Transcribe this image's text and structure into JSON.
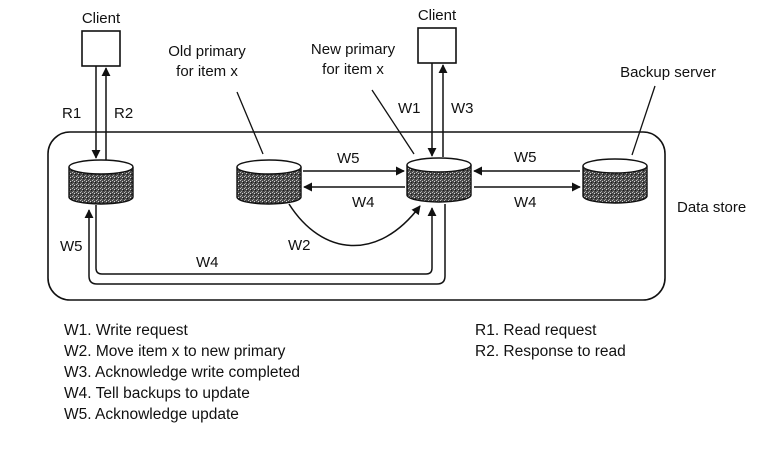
{
  "diagram": {
    "client_left_label": "Client",
    "client_right_label": "Client",
    "old_primary_label_line1": "Old primary",
    "old_primary_label_line2": "for item x",
    "new_primary_label_line1": "New primary",
    "new_primary_label_line2": "for item x",
    "backup_server_label": "Backup server",
    "data_store_label": "Data store",
    "edge_labels": {
      "r1": "R1",
      "r2": "R2",
      "w1": "W1",
      "w3": "W3",
      "w5_old": "W5",
      "w4_old": "W4",
      "w5_backup": "W5",
      "w4_backup": "W4",
      "w2": "W2",
      "w5_left": "W5",
      "w4_bottom": "W4"
    }
  },
  "legend": {
    "write_items": [
      "W1. Write request",
      "W2. Move item x to new primary",
      "W3. Acknowledge write completed",
      "W4. Tell backups to update",
      "W5. Acknowledge update"
    ],
    "read_items": [
      "R1. Read request",
      "R2. Response to read"
    ]
  }
}
